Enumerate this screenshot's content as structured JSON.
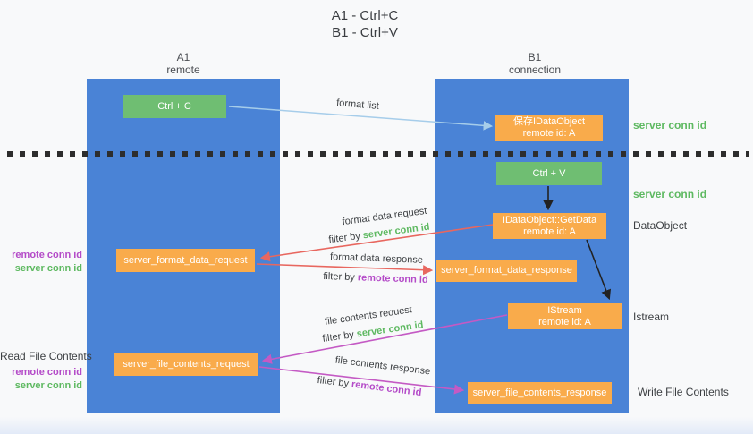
{
  "title": {
    "line1": "A1 - Ctrl+C",
    "line2": "B1 - Ctrl+V"
  },
  "lanes": {
    "left": {
      "name": "A1",
      "role": "remote"
    },
    "right": {
      "name": "B1",
      "role": "connection"
    }
  },
  "nodes": {
    "ctrl_c": {
      "label": "Ctrl + C"
    },
    "save_idataobject": {
      "line1": "保存IDataObject",
      "line2": "remote id: A"
    },
    "ctrl_v": {
      "label": "Ctrl + V"
    },
    "idataobject_getdata": {
      "line1": "IDataObject::GetData",
      "line2": "remote id: A"
    },
    "server_format_data_request": {
      "label": "server_format_data_request"
    },
    "server_format_data_response": {
      "label": "server_format_data_response"
    },
    "istream": {
      "line1": "IStream",
      "line2": "remote id: A"
    },
    "server_file_contents_request": {
      "label": "server_file_contents_request"
    },
    "server_file_contents_response": {
      "label": "server_file_contents_response"
    }
  },
  "arrow_labels": {
    "format_list": "format list",
    "format_data_request": "format data request",
    "format_data_response": "format data response",
    "file_contents_request": "file contents request",
    "file_contents_response": "file contents response",
    "filter_by": "filter by",
    "server_conn_id": "server conn id",
    "remote_conn_id": "remote conn id"
  },
  "side_labels": {
    "right_server_conn_id_1": "server conn id",
    "right_server_conn_id_2": "server conn id",
    "dataobject": "DataObject",
    "istream": "Istream",
    "write_file_contents": "Write File Contents",
    "left_remote_conn_id_1": "remote conn id",
    "left_server_conn_id_1": "server conn id",
    "read_file_contents": "Read File Contents",
    "left_remote_conn_id_2": "remote conn id",
    "left_server_conn_id_2": "server conn id"
  },
  "colors": {
    "lane_blue": "#4a83d6",
    "action_green": "#6fbe72",
    "node_orange": "#f9ab4b",
    "request_red": "#e8675f",
    "response_magenta": "#c45ac4",
    "format_list_blue": "#a6cdea",
    "id_green": "#5eb961",
    "id_purple": "#b44bc8",
    "dotted_line": "#2d2d2d"
  }
}
